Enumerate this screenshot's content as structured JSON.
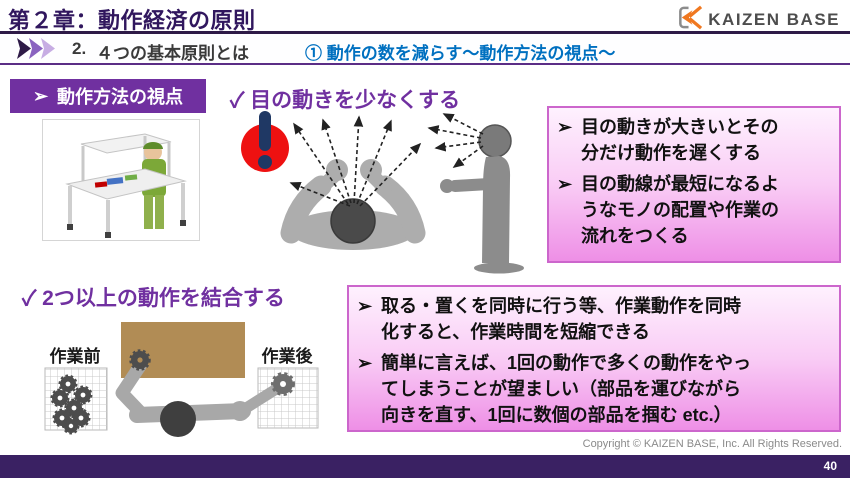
{
  "header": {
    "title": "第２章：動作経済の原則",
    "logo_text": "KAIZEN BASE"
  },
  "subheader": {
    "number": "2.",
    "title": "４つの基本原則とは",
    "topic": "① 動作の数を減らす～動作方法の視点～"
  },
  "main": {
    "viewpoint_box": {
      "marker": "➢",
      "label": "動作方法の視点"
    },
    "section_eye": {
      "heading": "✓ 目の動きを少なくする",
      "bullets": [
        {
          "marker": "➢",
          "text": "目の動きが大きいとその\n分だけ動作を遅くする"
        },
        {
          "marker": "➢",
          "text": "目の動線が最短になるよ\nうなモノの配置や作業の\n流れをつくる"
        }
      ]
    },
    "section_combine": {
      "heading": "✓ 2つ以上の動作を結合する",
      "bullets": [
        {
          "marker": "➢",
          "text": "取る・置くを同時に行う等、作業動作を同時\n化すると、作業時間を短縮できる"
        },
        {
          "marker": "➢",
          "text": "簡単に言えば、1回の動作で多くの動作をやっ\nてしまうことが望ましい（部品を運びながら\n向きを直す、1回に数個の部品を掴む etc.）"
        }
      ],
      "label_before": "作業前",
      "label_after": "作業後"
    }
  },
  "footer": {
    "copyright": "Copyright ©  KAIZEN BASE, Inc.  All Rights Reserved.",
    "page": "40"
  },
  "colors": {
    "dark_purple": "#2E1A47",
    "accent_purple": "#7030A0",
    "topic_blue": "#0070C0",
    "pink_border": "#CC66CC",
    "warning_red": "#EE1111",
    "exclamation_navy": "#1F3864",
    "logo_orange": "#F07820"
  }
}
